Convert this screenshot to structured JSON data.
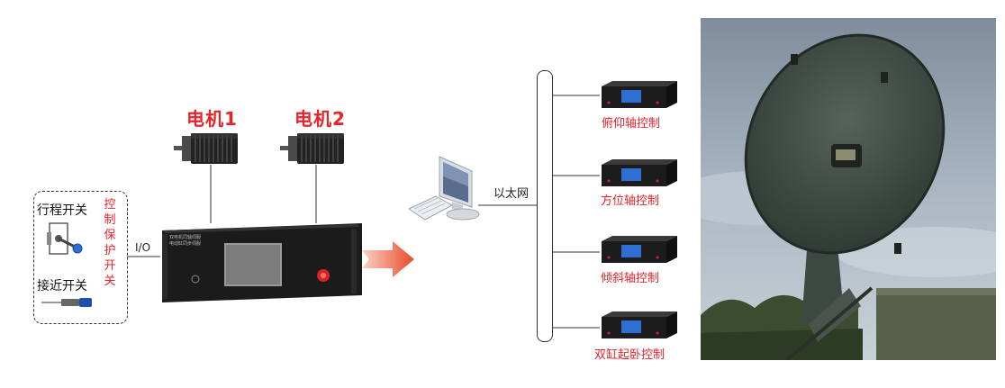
{
  "motors": [
    {
      "label": "电机1"
    },
    {
      "label": "电机2"
    }
  ],
  "limit_switch": {
    "label": "行程开关"
  },
  "proximity_switch": {
    "label": "接近开关"
  },
  "protection_label_chars": [
    "控",
    "制",
    "保",
    "护",
    "开",
    "关"
  ],
  "io_label": "I/O",
  "controller_box": {
    "title_line1": "双电机同轴伺服",
    "title_line2": "电动缸同步伺服"
  },
  "network": {
    "label": "以太网"
  },
  "controllers": [
    {
      "label": "俯仰轴控制"
    },
    {
      "label": "方位轴控制"
    },
    {
      "label": "倾斜轴控制"
    },
    {
      "label": "双缸起卧控制"
    }
  ],
  "colors": {
    "accent_red": "#e8232a",
    "screen_blue": "#2f6fd1",
    "box_dark": "#1c1c1c"
  },
  "photo": {
    "subject": "radar-antenna-dish"
  }
}
